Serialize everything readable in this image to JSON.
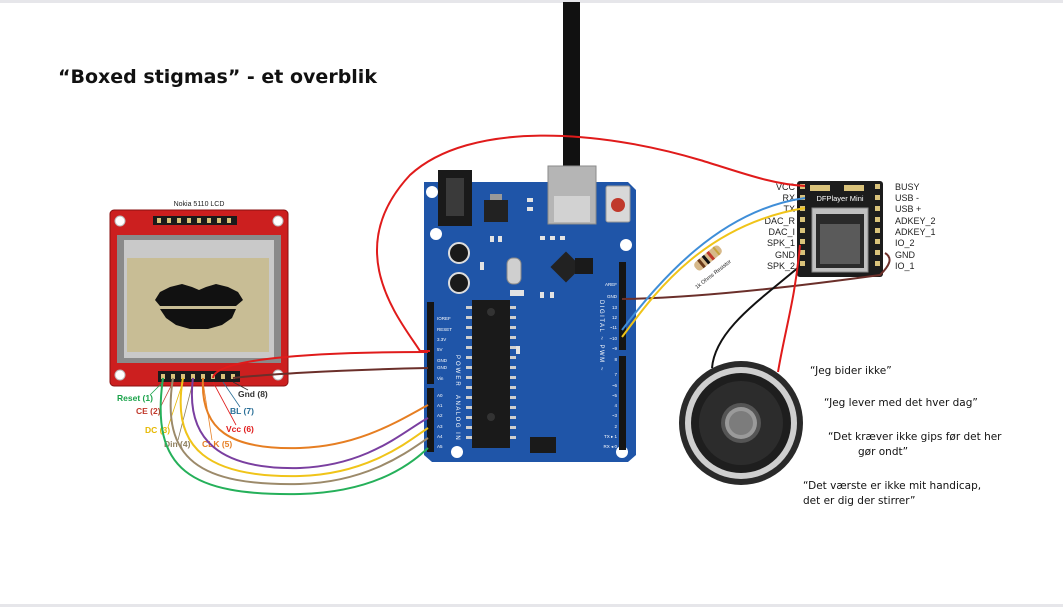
{
  "slide": {
    "title": "“Boxed stigmas” - et overblik",
    "quotes": [
      "“Jeg bider ikke”",
      "“Jeg lever med det hver dag”",
      "“Det kræver ikke gips før det her",
      "gør ondt”",
      "“Det værste er ikke mit handicap,",
      "det er dig der stirrer”"
    ]
  },
  "lcd": {
    "title": "Nokia 5110 LCD",
    "pins": [
      {
        "label": "Reset (1)",
        "color": "#1aa34a"
      },
      {
        "label": "CE (2)",
        "color": "#c0392b"
      },
      {
        "label": "DC (3)",
        "color": "#e6b800"
      },
      {
        "label": "Din (4)",
        "color": "#8e7f5e"
      },
      {
        "label": "CLK (5)",
        "color": "#e67e22"
      },
      {
        "label": "Vcc (6)",
        "color": "#e01b1b"
      },
      {
        "label": "BL (7)",
        "color": "#2a6f97"
      },
      {
        "label": "Gnd (8)",
        "color": "#333333"
      }
    ]
  },
  "arduino": {
    "power_label": "POWER",
    "analog_label": "ANALOG IN",
    "digital_label": "DIGITAL ~ PWM ~",
    "power_pins": [
      "IOREF",
      "RESET",
      "3.3V",
      "5V",
      "GND",
      "GND",
      "Vin"
    ],
    "analog_pins": [
      "A0",
      "A1",
      "A2",
      "A3",
      "A4",
      "A5"
    ],
    "top_pins": [
      "AREF",
      "GND",
      "13",
      "12",
      "~11",
      "~10",
      "~9",
      "8"
    ],
    "lower_pins": [
      "7",
      "~6",
      "~5",
      "4",
      "~3",
      "2",
      "TX ▸ 1",
      "RX ◂ 0"
    ]
  },
  "dfplayer": {
    "title": "DFPlayer Mini",
    "left_pins": [
      "VCC",
      "RX",
      "TX",
      "DAC_R",
      "DAC_I",
      "SPK_1",
      "GND",
      "SPK_2"
    ],
    "right_pins": [
      "BUSY",
      "USB -",
      "USB +",
      "ADKEY_2",
      "ADKEY_1",
      "IO_2",
      "GND",
      "IO_1"
    ]
  },
  "resistor": {
    "label": "1k Ohms Resistor"
  },
  "colors": {
    "board_blue": "#1f55a8",
    "lcd_red": "#cc1f1f",
    "wire_red": "#e01b1b",
    "wire_brown": "#6b2f2a",
    "wire_blue": "#3f8ed8",
    "wire_yellow": "#f0c419",
    "wire_orange": "#e67e22",
    "wire_purple": "#7a3fa0",
    "wire_tan": "#9c8a6a",
    "wire_green": "#25b05a"
  }
}
